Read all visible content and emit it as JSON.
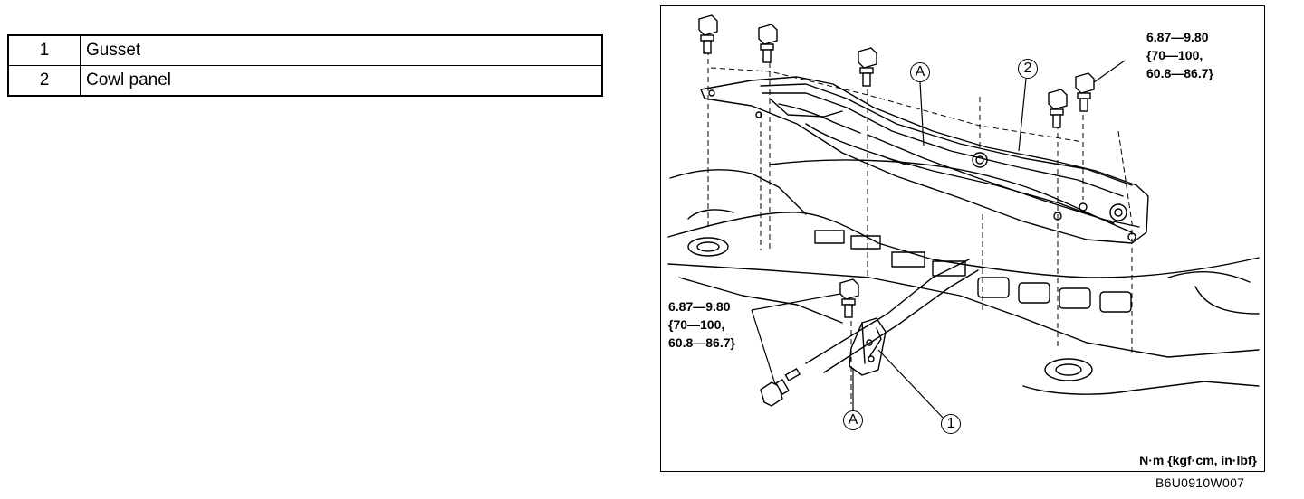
{
  "legend": [
    {
      "num": "1",
      "name": "Gusset"
    },
    {
      "num": "2",
      "name": "Cowl panel"
    }
  ],
  "figure": {
    "torque_upper": [
      "6.87—9.80",
      "{70—100,",
      "60.8—86.7}"
    ],
    "torque_lower": [
      "6.87—9.80",
      "{70—100,",
      "60.8—86.7}"
    ],
    "callouts": {
      "a_upper": "A",
      "two": "2",
      "a_lower": "A",
      "one": "1"
    },
    "units": "N·m {kgf·cm, in·lbf}",
    "code": "B6U0910W007"
  }
}
